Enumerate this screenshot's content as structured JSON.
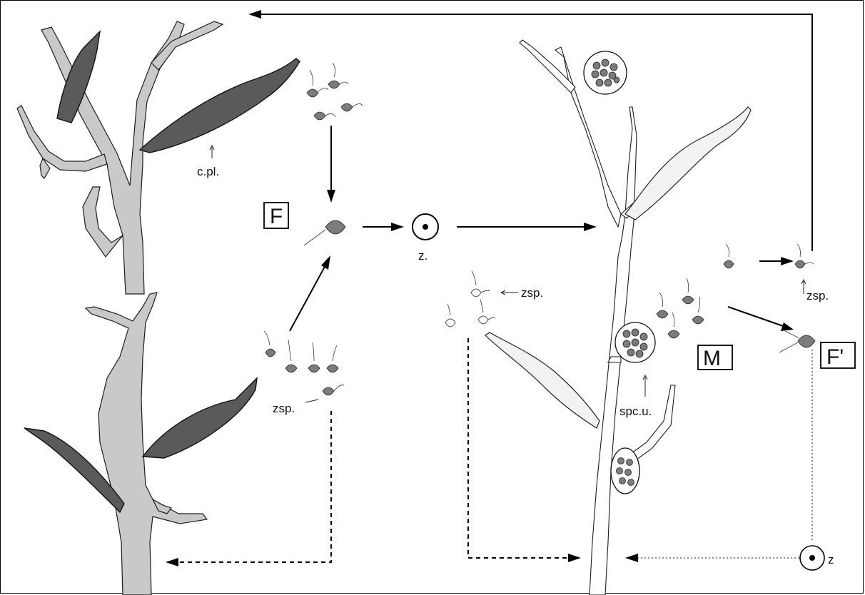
{
  "labels": {
    "c_pl": "c.pl.",
    "F": "F",
    "z": "z.",
    "zsp_top_right": "zsp.",
    "zsp_middle": "zsp.",
    "zsp_left": "zsp.",
    "spc_u": "spc.u.",
    "M": "M",
    "F_prime": "F'",
    "z_bottom": "z"
  }
}
